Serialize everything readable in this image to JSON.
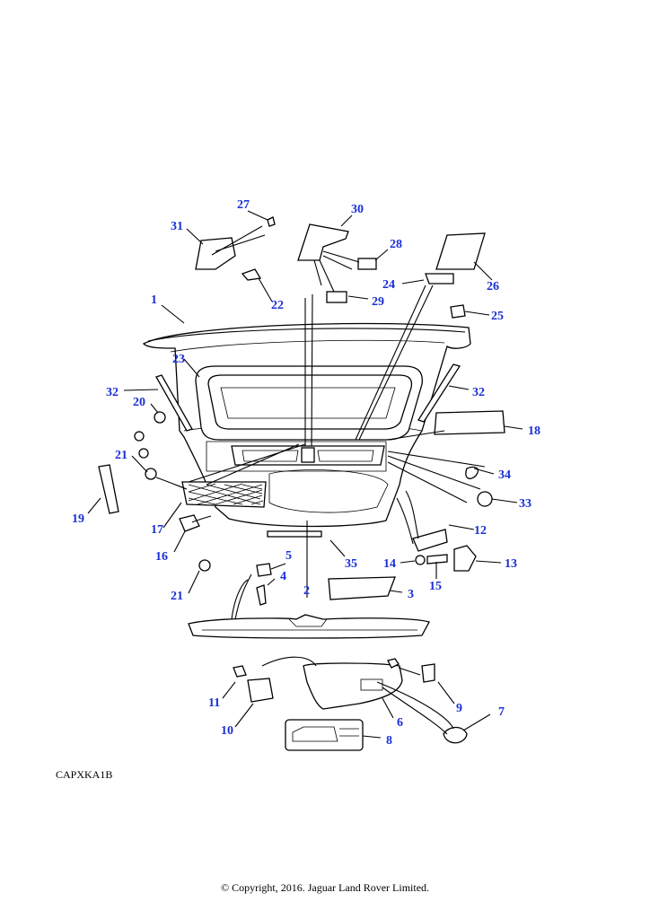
{
  "reference_code": "CAPXKA1B",
  "copyright": "© Copyright, 2016. Jaguar Land Rover Limited.",
  "callouts": {
    "c1": "1",
    "c2": "2",
    "c3": "3",
    "c4": "4",
    "c5": "5",
    "c6": "6",
    "c7": "7",
    "c8": "8",
    "c9": "9",
    "c10": "10",
    "c11": "11",
    "c12": "12",
    "c13": "13",
    "c14": "14",
    "c15": "15",
    "c16": "16",
    "c17": "17",
    "c18": "18",
    "c19": "19",
    "c20": "20",
    "c21a": "21",
    "c21b": "21",
    "c22": "22",
    "c23": "23",
    "c24": "24",
    "c25": "25",
    "c26": "26",
    "c27": "27",
    "c28": "28",
    "c29": "29",
    "c30": "30",
    "c31": "31",
    "c32a": "32",
    "c32b": "32",
    "c33": "33",
    "c34": "34",
    "c35": "35"
  },
  "colors": {
    "callout": "#1a2fd6",
    "line": "#000000",
    "background": "#ffffff"
  }
}
